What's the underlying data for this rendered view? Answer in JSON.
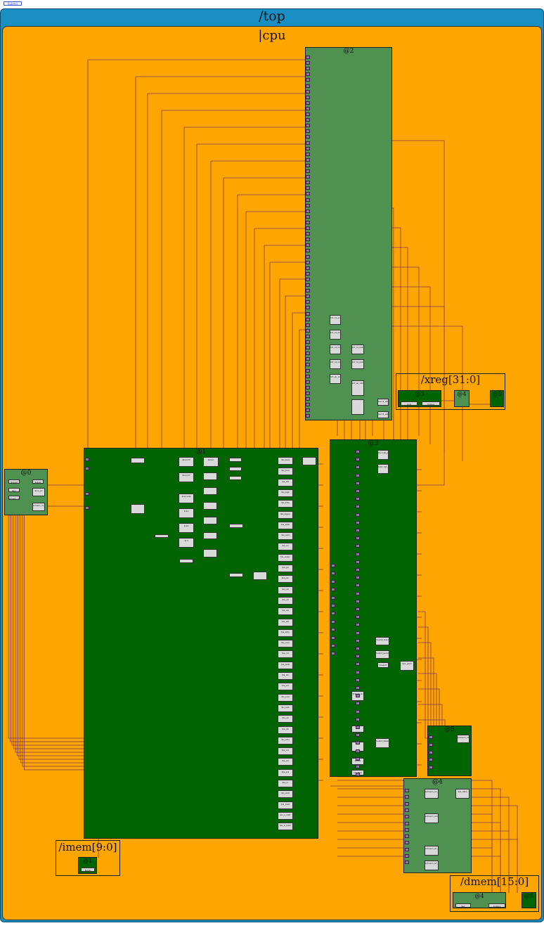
{
  "legend_label": "Submit",
  "top": {
    "title": "/top"
  },
  "cpu": {
    "title": "|cpu"
  },
  "blocks": {
    "b0": "@0",
    "b1": "@1",
    "b2": "@2",
    "b3": "@3",
    "b4": "@4",
    "b5": "@5"
  },
  "xreg": {
    "title": "/xreg[31:0]",
    "b3": "@3",
    "b4": "@4",
    "b5": "@5",
    "cell_a": "$rst",
    "cell_b": "$value"
  },
  "imem": {
    "title": "/imem[9:0]",
    "b1": "@1",
    "cell": "$instr"
  },
  "dmem": {
    "title": "/dmem[15:0]",
    "b4": "@4",
    "b5": "@5",
    "cell_a": "$wr",
    "cell_b": "$value"
  },
  "cells": {
    "b0": [
      "$reset",
      "$start",
      "$pc",
      "$inc_pc",
      "$imem_rd_en",
      "$imem_rd_addr"
    ],
    "b2": [
      "$rf_rd_en1",
      "$rf_rd_en2",
      "$rf_rd_index1",
      "$rf_rd_index2",
      "$rf_wr_en",
      "$src1_value",
      "$src2_value",
      "$rf_rd_data1",
      "$rf_rd_data2",
      "$rf_wr_data"
    ],
    "b3": [
      "$br_tgt_pc",
      "$jalr_tgt_pc",
      "$result",
      "$valid_load",
      "$valid_jump",
      "$rd_valid",
      "$taken_br",
      "$valid_taken_br",
      "$valid",
      "$is_load"
    ],
    "b4": [
      "$dmem_rd_en",
      "$dmem_addr",
      "$dmem_wr_en",
      "$dmem_wr_data",
      "$ld_data"
    ],
    "b5": [
      "$dmem_rd_data"
    ],
    "b1_decode": [
      "$funct3",
      "$funct7",
      "$opcode",
      "$rs1",
      "$rs2",
      "$rd",
      "$imm"
    ],
    "b1_is": [
      "$is_beq",
      "$is_bne",
      "$is_blt",
      "$is_bge",
      "$is_bltu",
      "$is_bgeu",
      "$is_addi",
      "$is_add",
      "$is_lui",
      "$is_auipc",
      "$is_jal",
      "$is_jalr",
      "$is_sb",
      "$is_sh",
      "$is_sw",
      "$is_slti",
      "$is_sltiu",
      "$is_xori",
      "$is_ori",
      "$is_andi",
      "$is_slli",
      "$is_srli",
      "$is_srai",
      "$is_sub",
      "$is_sll",
      "$is_slt",
      "$is_sltu",
      "$is_xor",
      "$is_srl",
      "$is_sra",
      "$is_or",
      "$is_and",
      "$is_load",
      "$is_s_instr",
      "$is_b_instr"
    ]
  }
}
